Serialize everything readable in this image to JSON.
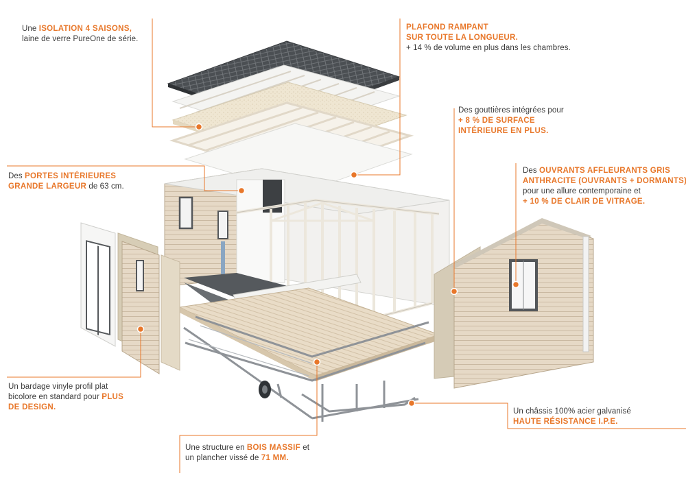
{
  "accent_color": "#e8772a",
  "callouts": {
    "isolation": {
      "l1_pre": "Une ",
      "l1_hl": "ISOLATION 4 SAISONS,",
      "l2": "laine de verre PureOne de série."
    },
    "plafond": {
      "l1_hl": "PLAFOND RAMPANT",
      "l2_hl": "SUR TOUTE LA LONGUEUR.",
      "l3": "+ 14 % de volume en plus dans les chambres."
    },
    "gouttieres": {
      "l1": "Des gouttières intégrées pour",
      "l2_hl": "+ 8 % DE SURFACE",
      "l3_hl": "INTÉRIEURE EN PLUS."
    },
    "portes": {
      "l1_pre": "Des ",
      "l1_hl": "PORTES INTÉRIEURES",
      "l2_hl": "GRANDE LARGEUR",
      "l2_post": " de 63 cm."
    },
    "ouvrants": {
      "l1_pre": "Des ",
      "l1_hl": "OUVRANTS AFFLEURANTS GRIS",
      "l2_hl": "ANTHRACITE (OUVRANTS + DORMANTS)",
      "l3": "pour une allure contemporaine et",
      "l4_hl": "+ 10 % DE CLAIR DE VITRAGE."
    },
    "bardage": {
      "l1": "Un bardage vinyle profil plat",
      "l2_pre": "bicolore en standard pour ",
      "l2_hl": "PLUS",
      "l3_hl": "DE DESIGN."
    },
    "chassis": {
      "l1": "Un châssis 100% acier galvanisé",
      "l2_hl": "HAUTE RÉSISTANCE I.P.E."
    },
    "structure": {
      "l1_pre": "Une structure en ",
      "l1_hl": "BOIS MASSIF",
      "l1_post": " et",
      "l2_pre": "un plancher vissé de ",
      "l2_hl": "71 MM."
    }
  }
}
